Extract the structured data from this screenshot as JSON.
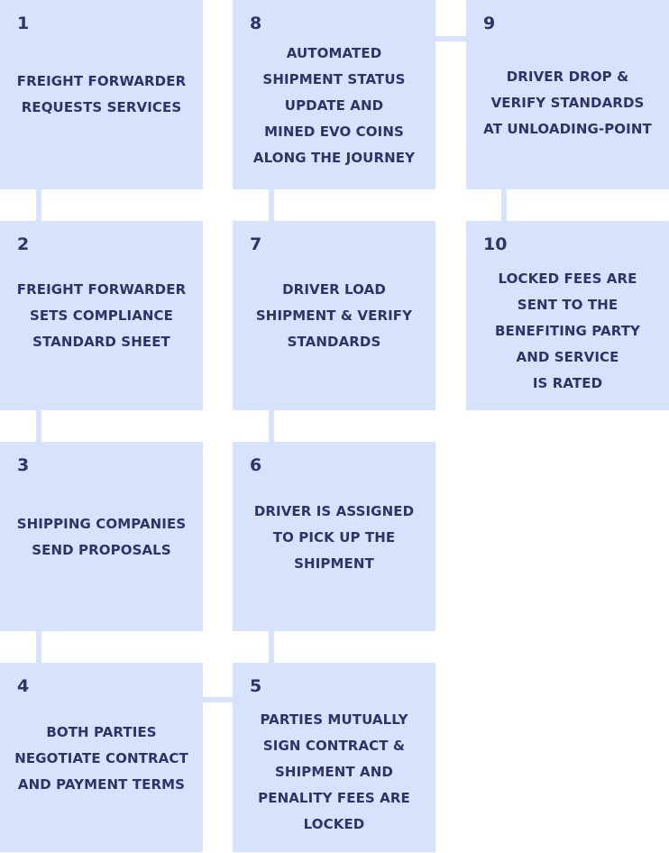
{
  "steps": [
    {
      "number": "1",
      "text": "FREIGHT FORWARDER\nREQUESTS SERVICES"
    },
    {
      "number": "2",
      "text": "FREIGHT FORWARDER\nSETS COMPLIANCE\nSTANDARD SHEET"
    },
    {
      "number": "3",
      "text": "SHIPPING COMPANIES\nSEND PROPOSALS"
    },
    {
      "number": "4",
      "text": "BOTH PARTIES\nNEGOTIATE CONTRACT\nAND PAYMENT TERMS"
    },
    {
      "number": "5",
      "text": "PARTIES MUTUALLY\nSIGN CONTRACT &\nSHIPMENT AND\nPENALITY FEES ARE\nLOCKED"
    },
    {
      "number": "6",
      "text": "DRIVER IS ASSIGNED\nTO PICK UP THE\nSHIPMENT"
    },
    {
      "number": "7",
      "text": "DRIVER LOAD\nSHIPMENT & VERIFY\nSTANDARDS"
    },
    {
      "number": "8",
      "text": "AUTOMATED\nSHIPMENT STATUS\nUPDATE AND\nMINED EVO COINS\nALONG THE JOURNEY"
    },
    {
      "number": "9",
      "text": "DRIVER DROP &\nVERIFY STANDARDS\nAT UNLOADING-POINT"
    },
    {
      "number": "10",
      "text": "LOCKED FEES ARE\nSENT TO THE\nBENEFITING PARTY\nAND SERVICE\nIS RATED"
    }
  ],
  "colors": {
    "box_fill": "#d7e2fd",
    "text": "#2c3566"
  }
}
